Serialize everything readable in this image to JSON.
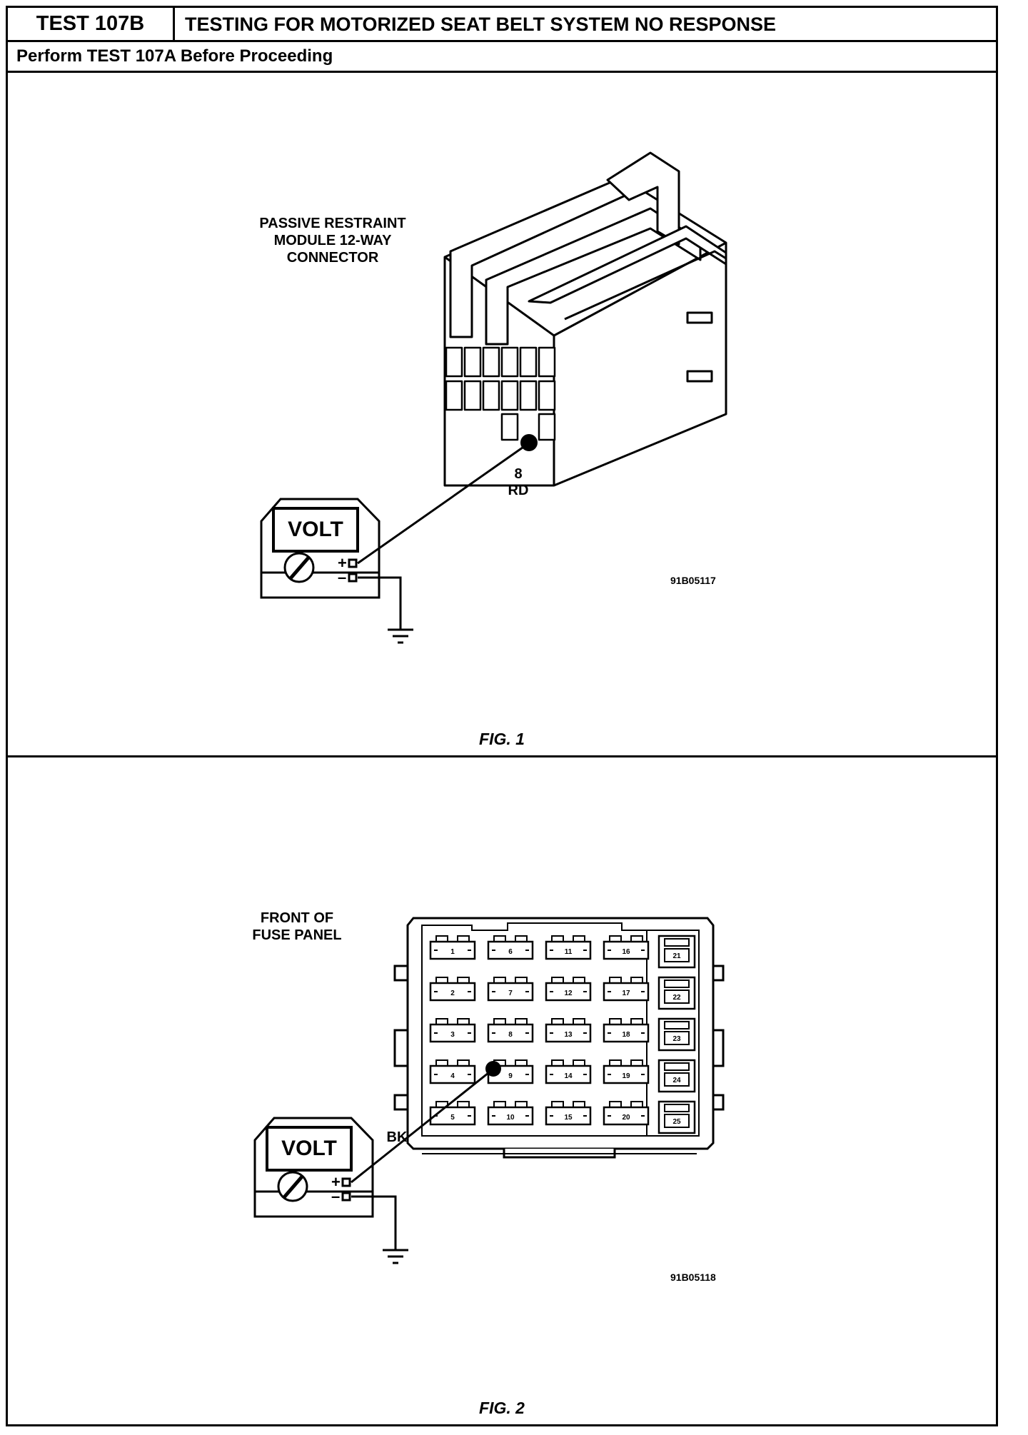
{
  "header": {
    "test_id": "TEST 107B",
    "title": "TESTING FOR MOTORIZED SEAT BELT SYSTEM NO RESPONSE",
    "prerequisite": "Perform TEST 107A Before Proceeding"
  },
  "fig1": {
    "connector_label": "PASSIVE RESTRAINT\nMODULE 12-WAY\nCONNECTOR",
    "meter_label": "VOLT",
    "pin_number": "8",
    "wire_color": "RD",
    "plus_sign": "+",
    "minus_sign": "–",
    "code": "91B05117",
    "caption": "FIG. 1"
  },
  "fig2": {
    "panel_label": "FRONT OF\nFUSE PANEL",
    "meter_label": "VOLT",
    "wire_color": "BK",
    "plus_sign": "+",
    "minus_sign": "–",
    "fuse_columns": [
      [
        "1",
        "2",
        "3",
        "4",
        "5"
      ],
      [
        "6",
        "7",
        "8",
        "9",
        "10"
      ],
      [
        "11",
        "12",
        "13",
        "14",
        "15"
      ],
      [
        "16",
        "17",
        "18",
        "19",
        "20"
      ]
    ],
    "relay_slots": [
      "21",
      "22",
      "23",
      "24",
      "25"
    ],
    "code": "91B05118",
    "caption": "FIG. 2"
  }
}
